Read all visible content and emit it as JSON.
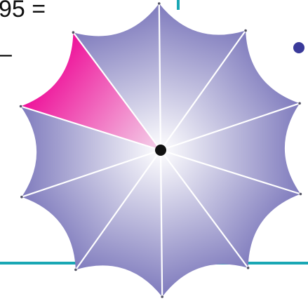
{
  "page": {
    "cropped_text_top": "95 =",
    "cropped_text_dash": "–"
  },
  "diagram": {
    "segments": 10,
    "highlighted_segment": 0,
    "colors": {
      "segment_light": "#ffffff",
      "segment_dark": "#7f7bbd",
      "highlight_dark": "#ee1199",
      "highlight_light": "#f4d3ea",
      "rib": "#ffffff",
      "center_dot": "#111111",
      "accent_line": "#19a7b4",
      "bullet": "#3a3a9a"
    },
    "icons": [
      "bullet-dot-icon"
    ]
  }
}
